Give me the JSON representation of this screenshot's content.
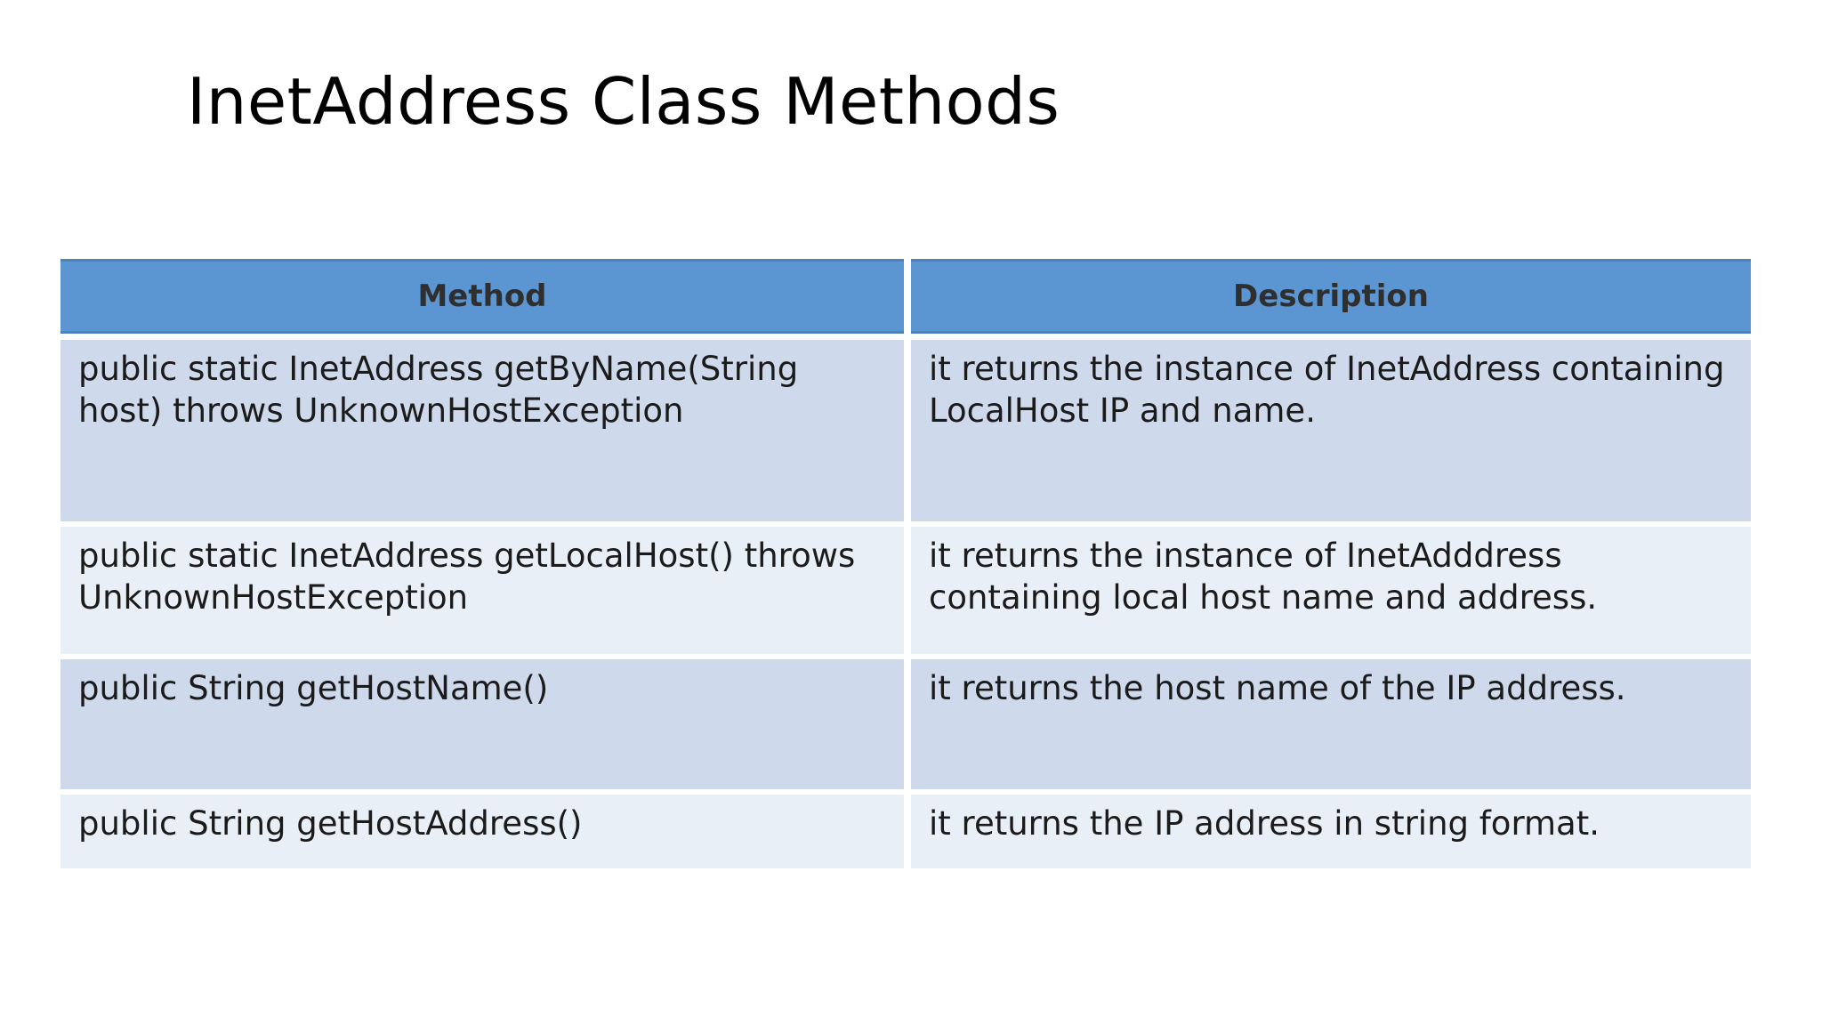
{
  "slide": {
    "title": "InetAddress Class Methods"
  },
  "table": {
    "headers": [
      "Method",
      "Description"
    ],
    "rows": [
      {
        "method": "public static InetAddress getByName(String host) throws UnknownHostException",
        "description": "it returns the instance of InetAddress containing LocalHost IP and name."
      },
      {
        "method": "public static InetAddress getLocalHost() throws UnknownHostException",
        "description": "it returns the instance of InetAdddress containing local host name and address."
      },
      {
        "method": "public String getHostName()",
        "description": "it returns the host name of the IP address."
      },
      {
        "method": "public String getHostAddress()",
        "description": "it returns the IP address in string format."
      }
    ]
  },
  "theme": {
    "background": "#ffffff",
    "header-bg": "#5b96d2",
    "header-edge": "#4d82ba",
    "header-text": "#2f2f2f",
    "row-dark": "#cedaeb",
    "row-light": "#e9eff6",
    "body-text": "#1b1b1b"
  }
}
